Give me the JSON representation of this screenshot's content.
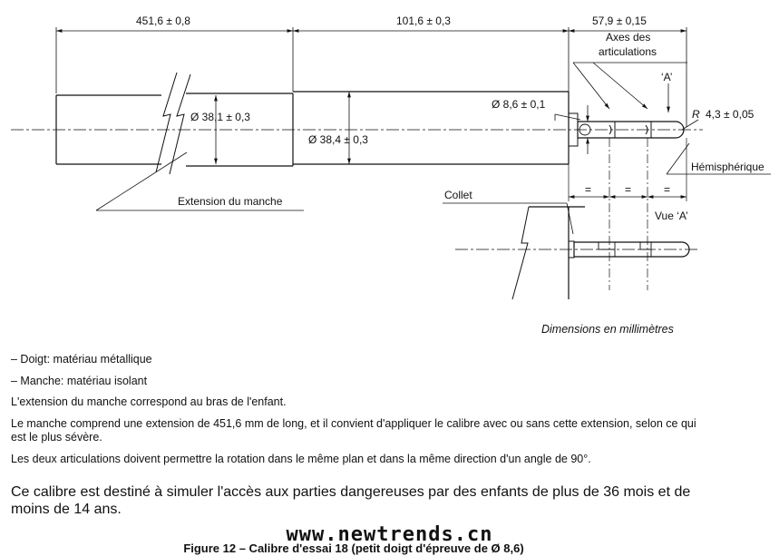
{
  "drawing": {
    "dimensions": {
      "d1": "451,6 ± 0,8",
      "d2": "101,6 ± 0,3",
      "d3": "57,9 ± 0,15",
      "dia_outer": "Ø 38,1 ± 0,3",
      "dia_mid": "Ø 38,4 ± 0,3",
      "dia_finger": "Ø 8,6 ± 0,1",
      "radius_prefix": "R",
      "radius": "4,3 ± 0,05",
      "equal": "="
    },
    "labels": {
      "axes_line1": "Axes des",
      "axes_line2": "articulations",
      "view_a": "‘A’",
      "hemispherique": "Hémisphérique",
      "collet": "Collet",
      "extension": "Extension du manche",
      "vue_a": "Vue ‘A’"
    }
  },
  "units_note": "Dimensions en millimètres",
  "notes": [
    "– Doigt: matériau métallique",
    "– Manche: matériau isolant",
    "L'extension du manche correspond au bras de l'enfant.",
    "Le manche comprend une extension de 451,6 mm de long, et il convient d'appliquer le calibre avec ou sans cette extension, selon ce qui est le plus sévère.",
    "Les deux articulations doivent permettre la rotation dans le même plan et dans la même direction d'un angle de 90°."
  ],
  "statement": "Ce calibre est destiné à simuler l'accès aux parties dangereuses par des enfants de plus de 36 mois et de moins de 14 ans.",
  "watermark": "www.newtrends.cn",
  "caption": "Figure 12 – Calibre d'essai 18 (petit doigt d'épreuve de Ø 8,6)"
}
